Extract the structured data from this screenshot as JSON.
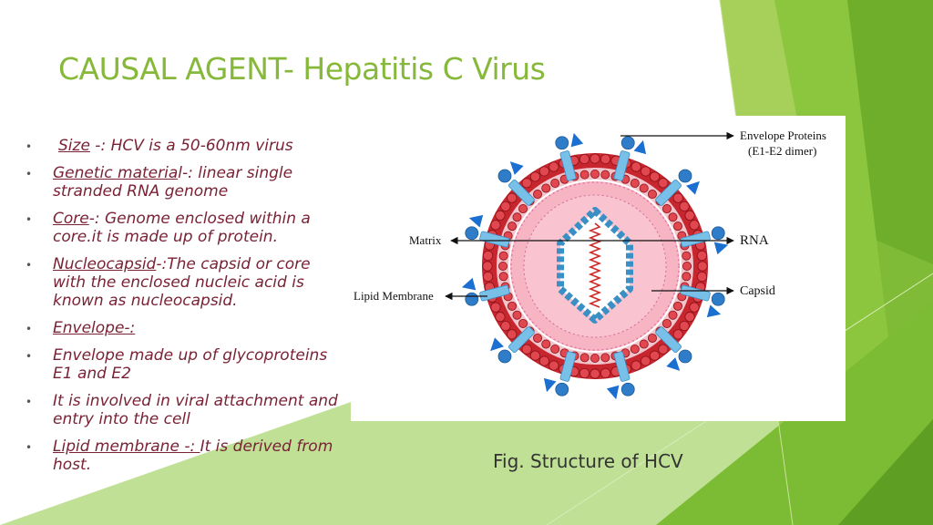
{
  "slide": {
    "title": "CAUSAL AGENT- Hepatitis C Virus",
    "caption": "Fig. Structure of HCV",
    "colors": {
      "title": "#86b83a",
      "text": "#7a2236",
      "accent_green": "#8cc63f"
    }
  },
  "bullets": [
    {
      "term": "Size",
      "sep": " -:",
      "rest": " HCV is a 50-60nm virus"
    },
    {
      "term": "Genetic materia",
      "sep": "l-:",
      "rest": " linear single stranded RNA genome"
    },
    {
      "term": "Core",
      "sep": "-:",
      "rest": " Genome enclosed within a core.it is made up of protein."
    },
    {
      "term": "Nucleocapsid",
      "sep": "-:",
      "rest": "The capsid or core with the enclosed nucleic acid is known as nucleocapsid."
    },
    {
      "term": "Envelope-:",
      "sep": "",
      "rest": ""
    },
    {
      "term": "",
      "sep": "",
      "rest": "Envelope made up of glycoproteins E1 and E2"
    },
    {
      "term": "",
      "sep": "",
      "rest": "It is involved in viral attachment and entry into the cell"
    },
    {
      "term": "Lipid membrane -: ",
      "sep": "",
      "rest": "It is derived from host."
    }
  ],
  "diagram": {
    "labels": {
      "envelope_proteins": "Envelope Proteins",
      "dimer": "(E1-E2 dimer)",
      "matrix": "Matrix",
      "rna": "RNA",
      "lipid_membrane": "Lipid Membrane",
      "capsid": "Capsid"
    }
  }
}
